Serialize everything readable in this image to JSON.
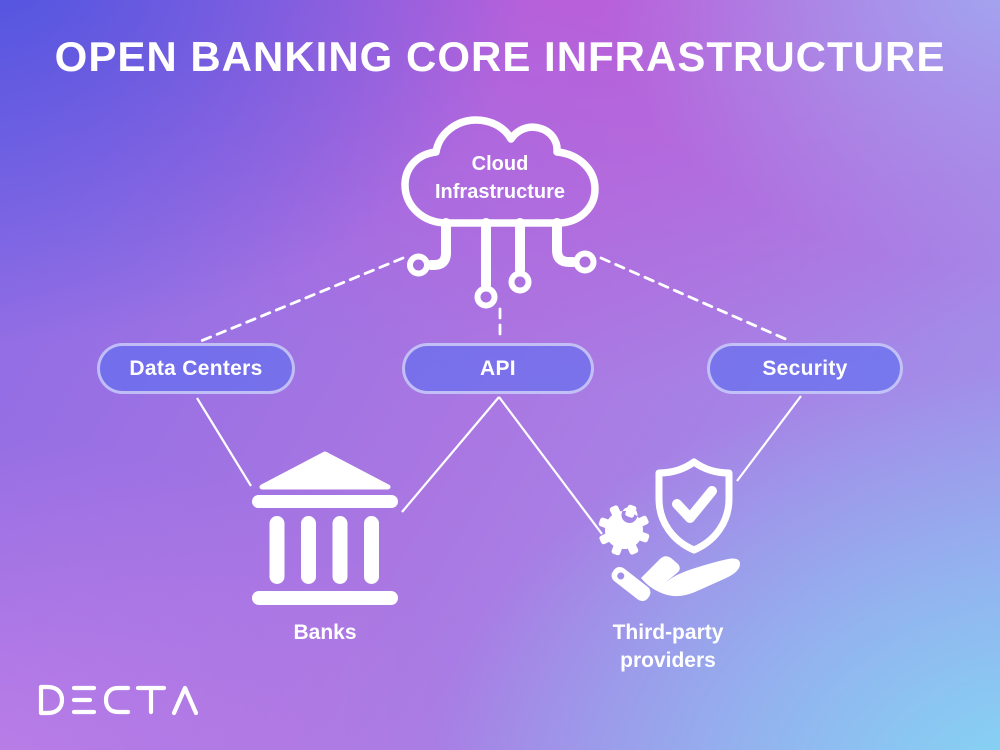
{
  "title": "OPEN BANKING CORE INFRASTRUCTURE",
  "cloud": {
    "label_lines": [
      "Cloud",
      "Infrastructure"
    ],
    "icon": "cloud-circuit-icon"
  },
  "nodes": [
    {
      "id": "data-centers",
      "label": "Data Centers"
    },
    {
      "id": "api",
      "label": "API"
    },
    {
      "id": "security",
      "label": "Security"
    }
  ],
  "endpoints": [
    {
      "id": "banks",
      "icon": "bank-icon",
      "label_lines": [
        "Banks"
      ]
    },
    {
      "id": "third-party-providers",
      "icon": "shield-check-gear-hand-icon",
      "label_lines": [
        "Third-party",
        "providers"
      ]
    }
  ],
  "logo": {
    "text": "DECTA"
  },
  "colors": {
    "foreground": "#FFFFFF",
    "pill_fill": "#5C6EF0",
    "pill_border": "#CEC9F2",
    "bg_top_left": "#5558E0",
    "bg_top_center": "#B05FD8",
    "bg_top_right": "#A3A6EF",
    "bg_bottom_left": "#B57FE0",
    "bg_bottom_right": "#87D4F2"
  }
}
